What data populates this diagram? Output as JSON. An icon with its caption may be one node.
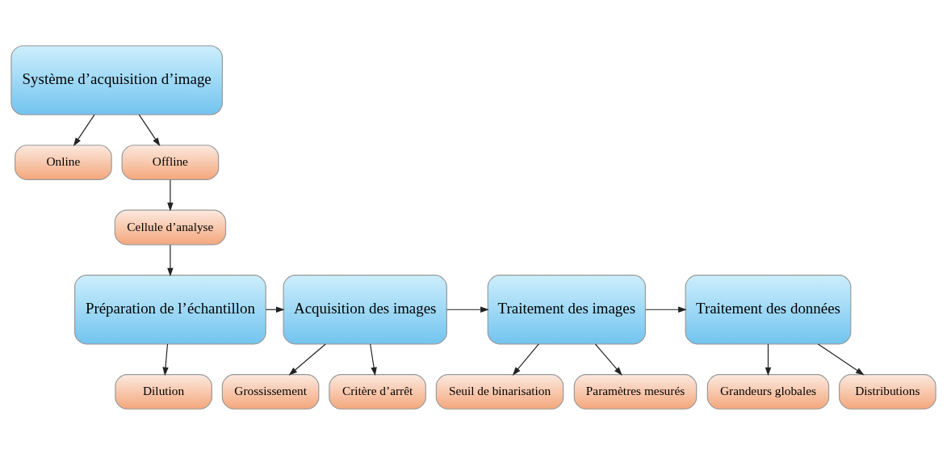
{
  "diagram": {
    "nodes": [
      {
        "text": [
          "Système d’acquisition d’image"
        ]
      },
      {
        "text": [
          "Online"
        ]
      },
      {
        "text": [
          "Offline"
        ]
      },
      {
        "text": [
          "Cellule d’analyse"
        ]
      },
      {
        "text": [
          "Préparation de l’échantillon"
        ]
      },
      {
        "text": [
          "Acquisition des images"
        ]
      },
      {
        "text": [
          "Traitement des images"
        ]
      },
      {
        "text": [
          "Traitement des données"
        ]
      },
      {
        "text": [
          "Dilution"
        ]
      },
      {
        "text": [
          "Grossissement"
        ]
      },
      {
        "text": [
          "Critère d’arrêt"
        ]
      },
      {
        "text": [
          "Seuil de binarisation"
        ]
      },
      {
        "text": [
          "Paramètres mesurés"
        ]
      },
      {
        "text": [
          "Grandeurs globales"
        ]
      },
      {
        "text": [
          "Distributions"
        ]
      }
    ],
    "edges": [
      {
        "from": 0,
        "to": 1,
        "arrow": "to"
      },
      {
        "from": 0,
        "to": 2,
        "arrow": "to"
      },
      {
        "from": 2,
        "to": 3,
        "arrow": "to"
      },
      {
        "from": 3,
        "to": 4,
        "arrow": "to"
      },
      {
        "from": 4,
        "to": 5,
        "arrow": "to"
      },
      {
        "from": 5,
        "to": 6,
        "arrow": "to"
      },
      {
        "from": 6,
        "to": 7,
        "arrow": "to"
      },
      {
        "from": 4,
        "to": 8,
        "arrow": "to"
      },
      {
        "from": 5,
        "to": 9,
        "arrow": "to"
      },
      {
        "from": 5,
        "to": 10,
        "arrow": "to"
      },
      {
        "from": 6,
        "to": 11,
        "arrow": "to"
      },
      {
        "from": 6,
        "to": 12,
        "arrow": "to"
      },
      {
        "from": 7,
        "to": 13,
        "arrow": "to"
      },
      {
        "from": 7,
        "to": 14,
        "arrow": "to"
      }
    ]
  }
}
